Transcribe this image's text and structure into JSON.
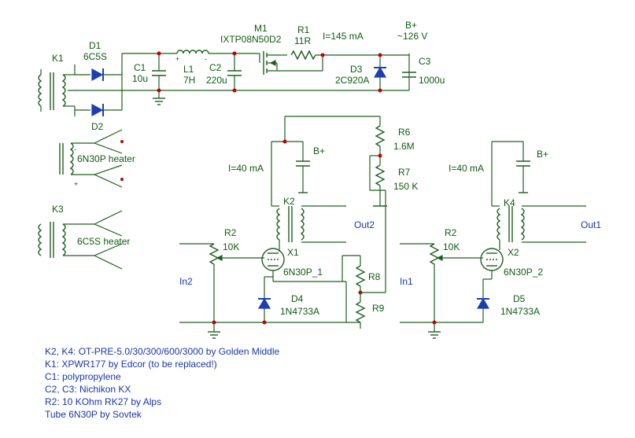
{
  "labels": {
    "k1": "K1",
    "d1": "D1",
    "d1_val": "6C5S",
    "d2": "D2",
    "c1": "C1",
    "c1_val": "10u",
    "l1": "L1",
    "l1_val": "7H",
    "c2": "C2",
    "c2_val": "220u",
    "m1": "M1",
    "m1_val": "IXTP08N50D2",
    "r1": "R1",
    "r1_val": "11R",
    "current_main": "I=145 mA",
    "bplus_main": "B+",
    "bplus_volt": "~126 V",
    "d3": "D3",
    "d3_val": "2C920A",
    "c3": "C3",
    "c3_val": "1000u",
    "heater1": "6N30P heater",
    "k3": "K3",
    "heater2": "6C5S heater",
    "r6": "R6",
    "r6_val": "1.6M",
    "r7": "R7",
    "r7_val": "150 K",
    "bplus_left": "B+",
    "current_left": "I=40 mA",
    "k2": "K2",
    "out2": "Out2",
    "r2_left": "R2",
    "r2_left_val": "10K",
    "x1": "X1",
    "x1_val": "6N30P_1",
    "in2": "In2",
    "r8": "R8",
    "r9": "R9",
    "d4": "D4",
    "d4_val": "1N4733A",
    "bplus_right": "B+",
    "current_right": "I=40 mA",
    "k4": "K4",
    "out1": "Out1",
    "r2_right": "R2",
    "r2_right_val": "10K",
    "x2": "X2",
    "x2_val": "6N30P_2",
    "in1": "In1",
    "d5": "D5",
    "d5_val": "1N4733A",
    "plus": "+",
    "minus": "-"
  },
  "notes": [
    "K2, K4: OT-PRE-5.0/30/300/600/3000 by Golden Middle",
    "K1: XPWR177 by Edcor (to be replaced!)",
    "C1: polypropylene",
    "C2, C3: Nichikon KX",
    "R2: 10 KOhm RK27 by Alps",
    "Tube 6N30P by Sovtek"
  ],
  "colors": {
    "wire": "#1f5f1f",
    "component_label": "#0f5a0f",
    "net_label": "#1a36a8",
    "junction": "#c00000",
    "diode": "#1c3fb0"
  }
}
